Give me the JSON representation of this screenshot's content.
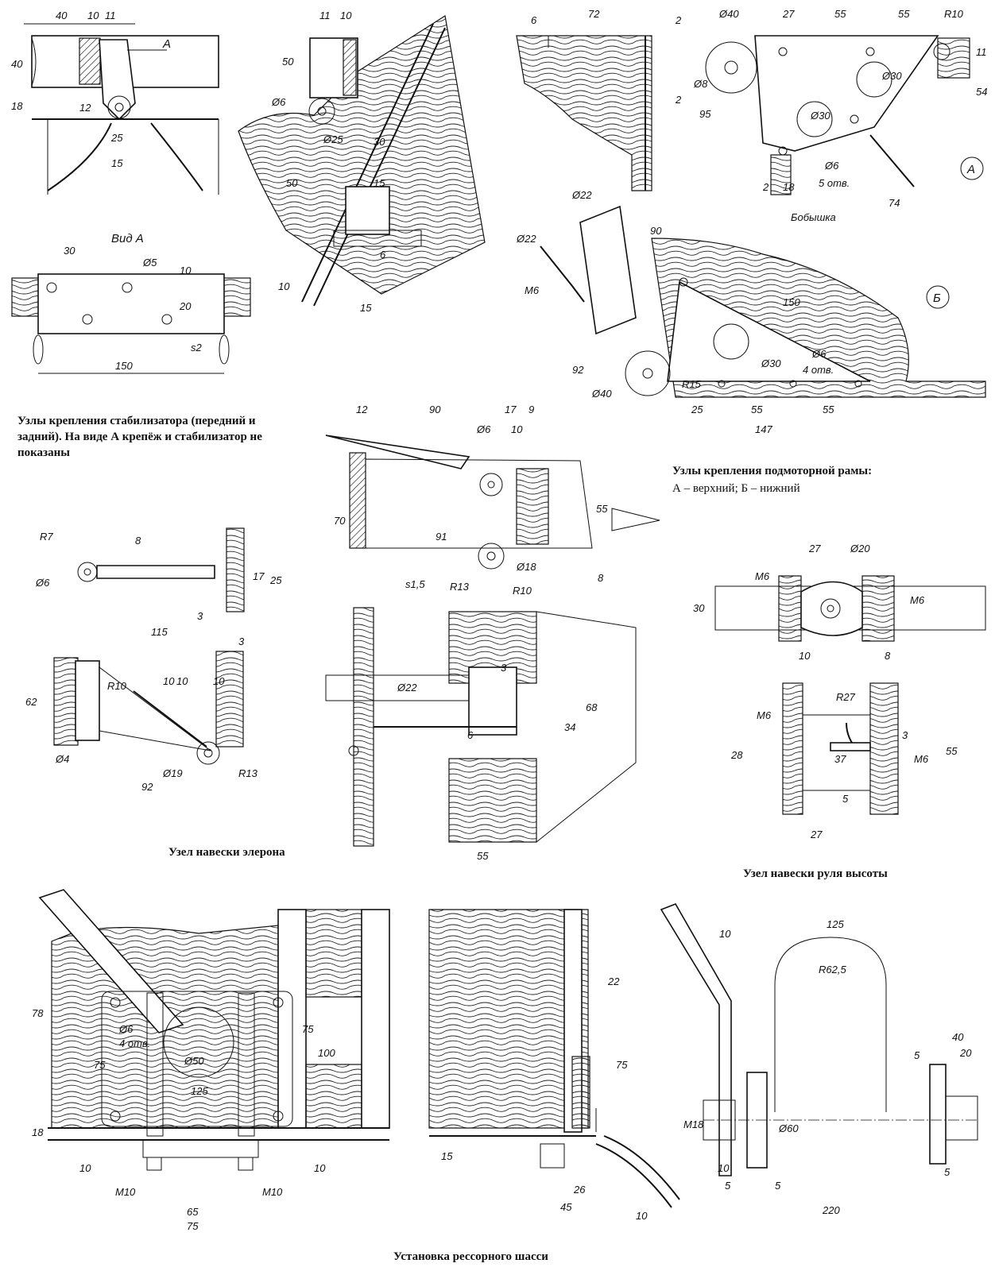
{
  "captions": {
    "stab": "Узлы крепления стабилизатора (передний и задний). На виде А крепёж и стабилизатор не показаны",
    "motor_title": "Узлы крепления подмоторной рамы:",
    "motor_sub": "А – верхний; Б – нижний",
    "aileron": "Узел навески элерона",
    "elevator": "Узел навески руля высоты",
    "chassis": "Установка рессорного шасси"
  },
  "labels": {
    "view_a_arrow": "A",
    "view_a": "Вид А",
    "node_a": "А",
    "node_b": "Б",
    "boss": "Бобышка"
  },
  "stab_dims": {
    "d40": "40",
    "d10": "10",
    "d11": "11",
    "d40v": "40",
    "d18": "18",
    "d12": "12",
    "d25": "25",
    "d15": "15",
    "s11": "11",
    "s10": "10",
    "s50": "50",
    "sd6": "Ø6",
    "sd25": "Ø25",
    "s30": "30",
    "s50b": "50",
    "s15": "15",
    "s6": "6",
    "s10b": "10",
    "s15b": "15",
    "v30": "30",
    "vd5": "Ø5",
    "v10": "10",
    "v20": "20",
    "vs2": "s2",
    "v150": "150"
  },
  "motor_dims": {
    "a6": "6",
    "a72": "72",
    "a2": "2",
    "a2b": "2",
    "ad40": "Ø40",
    "a27": "27",
    "a55": "55",
    "a55b": "55",
    "ar10": "R10",
    "a11": "11",
    "a54": "54",
    "ad8": "Ø8",
    "a95": "95",
    "ad30": "Ø30",
    "ad30b": "Ø30",
    "ad6": "Ø6",
    "a5": "5 отв.",
    "a2c": "2",
    "a18": "18",
    "a74": "74",
    "bd22": "Ø22",
    "bd22b": "Ø22",
    "b90": "90",
    "bm6": "M6",
    "b92": "92",
    "b150": "150",
    "bd30": "Ø30",
    "bd6": "Ø6",
    "b4": "4 отв.",
    "bd40": "Ø40",
    "br15": "R15",
    "b25": "25",
    "b55": "55",
    "b55b": "55",
    "b147": "147"
  },
  "aileron_dims": {
    "r7": "R7",
    "d6": "Ø6",
    "d8": "8",
    "d17": "17",
    "d25": "25",
    "d3": "3",
    "d115": "115",
    "d3b": "3",
    "d62": "62",
    "r10": "R10",
    "d10a": "10",
    "d10b": "10",
    "d10c": "10",
    "d4": "Ø4",
    "d19": "Ø19",
    "r13": "R13",
    "d92": "92",
    "c12": "12",
    "c90": "90",
    "c17": "17",
    "c9": "9",
    "cd6": "Ø6",
    "c10": "10",
    "c70": "70",
    "c91": "91",
    "c55": "55",
    "cs15": "s1,5",
    "cr13": "R13",
    "cr10": "R10",
    "cd18": "Ø18",
    "c8": "8",
    "ed22": "Ø22",
    "e3": "3",
    "e68": "68",
    "e34": "34",
    "e6": "6",
    "e55": "55"
  },
  "elevator_dims": {
    "m6a": "M6",
    "d27": "27",
    "d20": "Ø20",
    "d30": "30",
    "m6b": "M6",
    "d10": "10",
    "d8": "8",
    "r27": "R27",
    "m6c": "M6",
    "d3": "3",
    "d28": "28",
    "d37": "37",
    "m6d": "M6",
    "d55": "55",
    "d5": "5",
    "d27b": "27"
  },
  "chassis_dims": {
    "d78": "78",
    "d75": "75",
    "d6": "Ø6",
    "d4": "4 отв.",
    "d50": "Ø50",
    "d125": "125",
    "d75b": "75",
    "d100": "100",
    "d18": "18",
    "d10a": "10",
    "d10b": "10",
    "m10a": "M10",
    "m10b": "M10",
    "d65": "65",
    "d75c": "75",
    "s22": "22",
    "s75": "75",
    "s15": "15",
    "s26": "26",
    "s45": "45",
    "s10": "10",
    "f10": "10",
    "f125": "125",
    "fr": "R62,5",
    "f40": "40",
    "f5a": "5",
    "f20": "20",
    "fm18": "M18",
    "fd60": "Ø60",
    "f10b": "10",
    "f5b": "5",
    "f5c": "5",
    "f5d": "5",
    "f220": "220"
  }
}
